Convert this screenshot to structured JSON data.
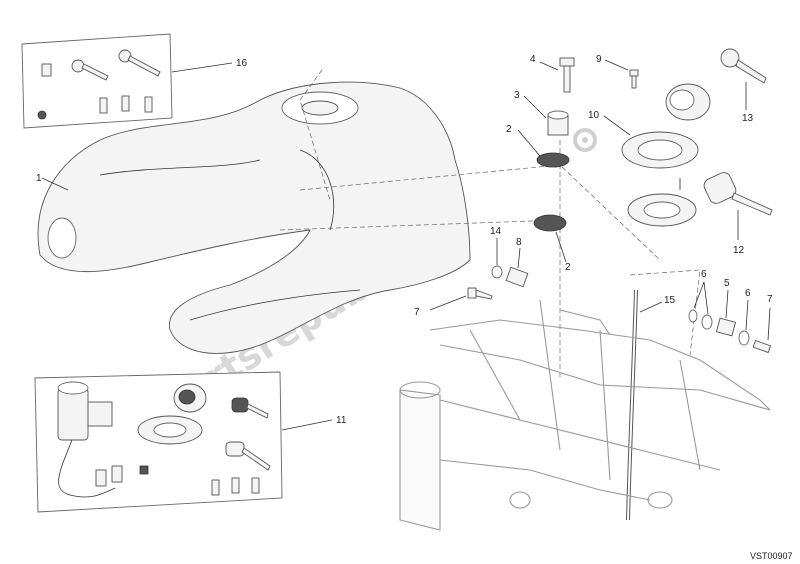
{
  "callouts": {
    "c1": "1",
    "c2a": "2",
    "c2b": "2",
    "c3": "3",
    "c4": "4",
    "c5": "5",
    "c6a": "6",
    "c6b": "6",
    "c7a": "7",
    "c7b": "7",
    "c8": "8",
    "c9": "9",
    "c10": "10",
    "c11": "11",
    "c12": "12",
    "c13": "13",
    "c14": "14",
    "c15": "15",
    "c16": "16"
  },
  "reference_code": "VST00907",
  "watermark": "Partsrepublik"
}
